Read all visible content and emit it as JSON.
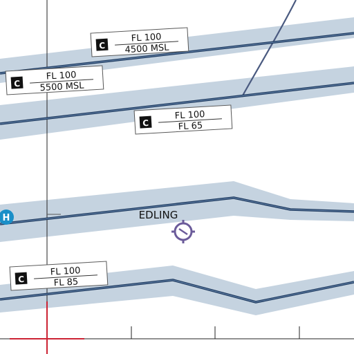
{
  "chart": {
    "airspace_labels": [
      {
        "class": "C",
        "upper": "FL 100",
        "lower": "4500 MSL"
      },
      {
        "class": "C",
        "upper": "FL 100",
        "lower": "5500 MSL"
      },
      {
        "class": "C",
        "upper": "FL 100",
        "lower": "FL 65"
      },
      {
        "class": "C",
        "upper": "FL 100",
        "lower": "FL 85"
      }
    ],
    "waypoint": {
      "name": "EDLING"
    },
    "heliport_symbol": "H"
  },
  "colors": {
    "route_line": "#1e3a5f",
    "route_band": "#c5d3e0",
    "vor": "#6b5b9a",
    "heliport": "#1a8fc8",
    "crosshair": "#cc2233",
    "airway": "#4a5a80"
  }
}
